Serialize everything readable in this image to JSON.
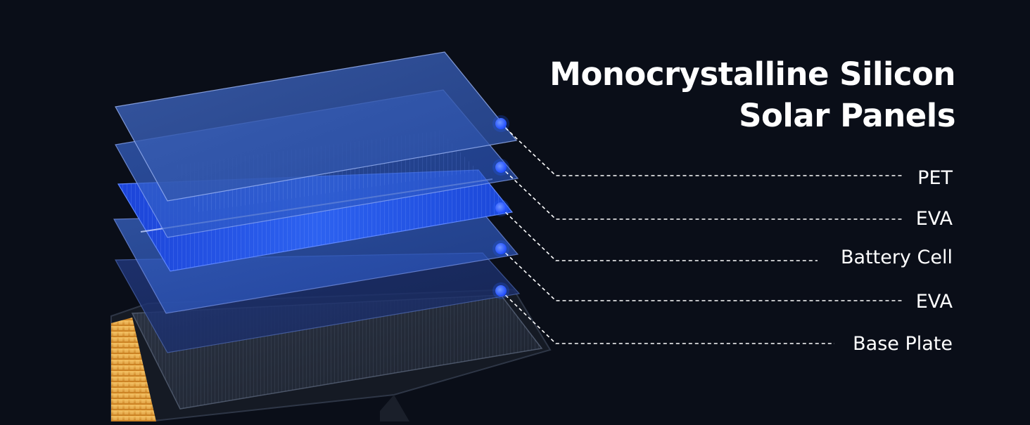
{
  "title": {
    "line1": "Monocrystalline Silicon",
    "line2": "Solar Panels"
  },
  "layers": [
    {
      "name": "PET"
    },
    {
      "name": "EVA"
    },
    {
      "name": "Battery Cell"
    },
    {
      "name": "EVA"
    },
    {
      "name": "Base Plate"
    }
  ],
  "colors": {
    "background": "#0a0e18",
    "dot": "#1f5cff",
    "leader_line": "#ffffff",
    "pet_layer": "#4a78d8",
    "cell_layer": "#1f4fe8",
    "base_layer": "#2a3140",
    "housing_amber": "#e8a43a"
  }
}
